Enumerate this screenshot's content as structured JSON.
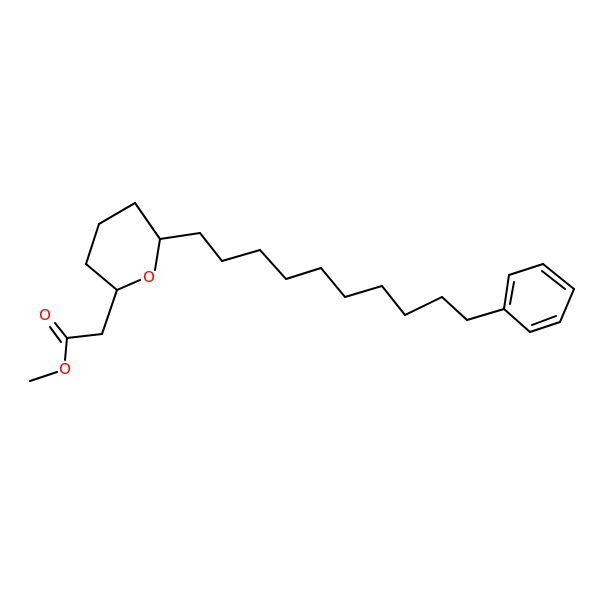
{
  "molecule": {
    "atom_labels": {
      "ring_oxygen": "O",
      "carbonyl_oxygen": "O",
      "ester_oxygen": "O"
    },
    "colors": {
      "bond": "#000000",
      "oxygen": "#ff0000",
      "background": "#ffffff"
    }
  }
}
